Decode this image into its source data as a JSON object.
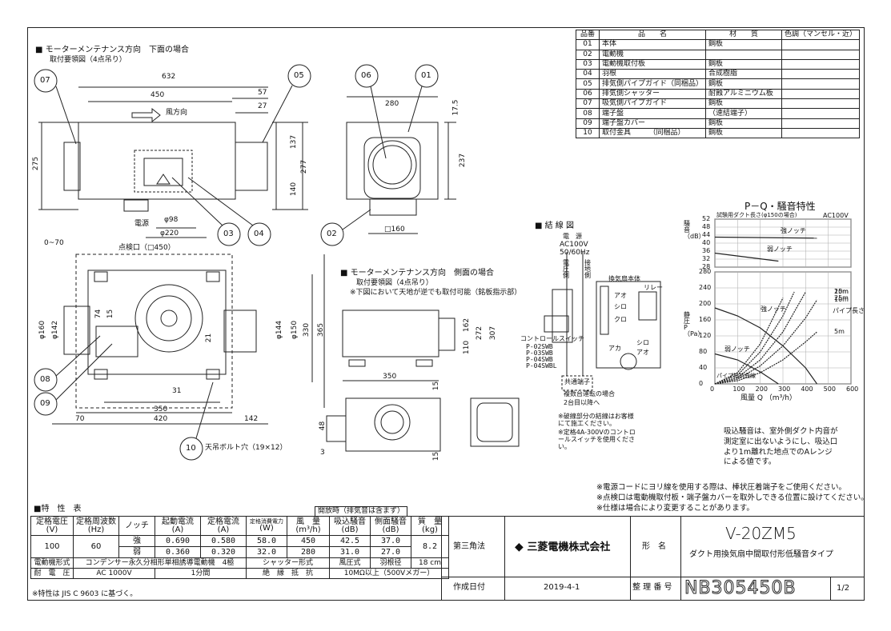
{
  "top_view": {
    "heading": "■ モーターメンテナンス方向　下面の場合",
    "sub": "取付要領図（4点吊り）",
    "airflow_label": "風方向",
    "power_label": "電源",
    "dims": {
      "d632": "632",
      "d450": "450",
      "d57": "57",
      "d27": "27",
      "d275": "275",
      "d137": "137",
      "d277": "277",
      "d140": "140",
      "d98": "φ98",
      "d220": "φ220"
    }
  },
  "side_view": {
    "dims": {
      "d280": "280",
      "d17_5": "17.5",
      "d237": "237",
      "d160": "□160"
    }
  },
  "bottom_view": {
    "inspection": "点検口（□450）",
    "d0_70": "0~70",
    "dims": {
      "d160": "φ160",
      "d142": "φ142",
      "d74": "74",
      "d15": "15",
      "d21": "21",
      "d31": "31",
      "d144": "φ144",
      "d150": "φ150",
      "d330": "330",
      "d365": "365",
      "d350": "350",
      "d70": "70",
      "d420": "420",
      "d142b": "142"
    }
  },
  "side_maint": {
    "heading": "■ モーターメンテナンス方向　側面の場合",
    "sub": "取付要領図（4点吊り）",
    "note": "※下図において天地が逆でも取付可能（銘板指示部）",
    "dims": {
      "d162": "162",
      "d110": "110",
      "d272": "272",
      "d307": "307",
      "d350": "350",
      "d15a": "15",
      "d48": "48",
      "d3": "3",
      "d15b": "15"
    }
  },
  "callouts": [
    "07",
    "05",
    "06",
    "01",
    "03",
    "04",
    "02",
    "08",
    "09",
    "10"
  ],
  "bolt_note": "天吊ボルト穴（19×12）",
  "parts_table": {
    "headers": [
      "品番",
      "品　　名",
      "材　　質",
      "色調（マンセル・近）"
    ],
    "rows": [
      [
        "01",
        "本体",
        "鋼板",
        ""
      ],
      [
        "02",
        "電動機",
        "",
        ""
      ],
      [
        "03",
        "電動機取付板",
        "鋼板",
        ""
      ],
      [
        "04",
        "羽根",
        "合成樹脂",
        ""
      ],
      [
        "05",
        "排気側パイプガイド（同梱品）",
        "鋼板",
        ""
      ],
      [
        "06",
        "排気側シャッター",
        "耐蝕アルミニウム板",
        ""
      ],
      [
        "07",
        "吸気側パイプガイド",
        "鋼板",
        ""
      ],
      [
        "08",
        "端子盤",
        "（速結端子）",
        ""
      ],
      [
        "09",
        "端子盤カバー",
        "鋼板",
        ""
      ],
      [
        "10",
        "取付金具　　　（同梱品）",
        "鋼板",
        ""
      ]
    ]
  },
  "wiring": {
    "heading": "■ 結 線 図",
    "power": "電　源",
    "voltage": "AC100V",
    "freq": "50/60Hz",
    "v_label": "電圧側",
    "g_label": "接地側",
    "body_label": "換気扇本体",
    "relay": "リレー",
    "c_ao": "アオ",
    "c_shiro": "シロ",
    "c_kuro": "クロ",
    "c_aka": "アカ",
    "c_shiro2": "シロ",
    "c_ao2": "アオ",
    "controller": "コントロールスイッチ",
    "models": [
      "P-02SWB",
      "P-03SWB",
      "P-04SWB",
      "P-04SWBL"
    ],
    "common": "共通端子",
    "multi": "複数台運転の場合",
    "multi2": "2台目以降へ",
    "notes": [
      "※破線部分の結線はお客様にて施工ください。",
      "※定格4A-300Vのコントロールスイッチを使用ください。"
    ]
  },
  "pq_chart": {
    "title": "P－Q・騒音特性",
    "subtitle": "試験用ダクト長さ(φ150の場合)",
    "voltage": "AC100V",
    "noise_label": "騒音（dB）",
    "static_label": "静圧 P（Pa）",
    "xlabel": "風量 Q （m³/h）",
    "pipe_length": "パイプ長さ",
    "strong": "強ノッチ",
    "weak": "弱ノッチ",
    "pipe_resistance": "パイプ抵抗曲線"
  },
  "chart_data": {
    "type": "line",
    "title": "P－Q・騒音特性",
    "xlabel": "風量 Q （m³/h）",
    "x_ticks": [
      "0",
      "100",
      "200",
      "300",
      "400",
      "500",
      "600"
    ],
    "noise_ticks": [
      "52",
      "48",
      "44",
      "40",
      "36",
      "32",
      "28"
    ],
    "p_ticks": [
      "280",
      "240",
      "200",
      "160",
      "120",
      "80",
      "40",
      "0"
    ],
    "noise_series": [
      {
        "name": "強ノッチ",
        "x": [
          0,
          450
        ],
        "y": [
          43,
          42.5
        ]
      },
      {
        "name": "弱ノッチ",
        "x": [
          0,
          280
        ],
        "y": [
          35,
          31
        ]
      }
    ],
    "pq_series": [
      {
        "name": "強ノッチ",
        "x": [
          0,
          100,
          200,
          300,
          400,
          450
        ],
        "y": [
          190,
          170,
          140,
          95,
          40,
          0
        ]
      },
      {
        "name": "弱ノッチ",
        "x": [
          0,
          100,
          200,
          280
        ],
        "y": [
          75,
          60,
          30,
          0
        ]
      }
    ],
    "resistance_curves": [
      {
        "name": "25m",
        "x": [
          0,
          100,
          200,
          300
        ],
        "y": [
          0,
          28,
          100,
          215
        ]
      },
      {
        "name": "20m",
        "x": [
          0,
          100,
          200,
          300,
          350
        ],
        "y": [
          0,
          22,
          80,
          170,
          230
        ]
      },
      {
        "name": "15m",
        "x": [
          0,
          100,
          200,
          300,
          400
        ],
        "y": [
          0,
          16,
          60,
          130,
          230
        ]
      },
      {
        "name": "10m",
        "x": [
          0,
          100,
          200,
          300,
          400,
          450
        ],
        "y": [
          0,
          12,
          45,
          95,
          165,
          210
        ]
      },
      {
        "name": "5m",
        "x": [
          0,
          100,
          200,
          300,
          400,
          450
        ],
        "y": [
          0,
          8,
          28,
          60,
          105,
          130
        ]
      }
    ],
    "xlim": [
      0,
      600
    ],
    "ylim_p": [
      0,
      280
    ],
    "ylim_noise": [
      28,
      52
    ]
  },
  "noise_note": [
    "吸込騒音は、室外側ダクト内音が",
    "測定室に出ないようにし、吸込口",
    "より1m離れた地点でのAレンジ",
    "による値です。"
  ],
  "bottom_notes": [
    "※電源コードにヨリ線を使用する際は、棒状圧着端子をご使用ください。",
    "※点検口は電動機取付板・端子盤カバーを取外しできる位置に設けてください。",
    "※仕様は場合により変更することがあります。"
  ],
  "spec_table": {
    "title": "■特　性　表",
    "open_note": "開放時（排気音は含まず）",
    "h": [
      "定格電圧",
      "(V)",
      "定格周波数",
      "(Hz)",
      "ノッチ",
      "起動電流",
      "(A)",
      "定格電流",
      "(A)",
      "定格消費電力",
      "(W)",
      "風　量",
      "(m³/h)",
      "吸込騒音",
      "(dB)",
      "側面騒音",
      "(dB)",
      "質　量",
      "(kg)"
    ],
    "voltage": "100",
    "freq": "60",
    "rows": [
      [
        "強",
        "0.690",
        "0.580",
        "58.0",
        "450",
        "42.5",
        "37.0"
      ],
      [
        "弱",
        "0.360",
        "0.320",
        "32.0",
        "280",
        "31.0",
        "27.0"
      ]
    ],
    "mass": "8.2",
    "motor_label": "電動機形式",
    "motor": "コンデンサー永久分相形単相誘導電動機　4極",
    "shutter_label": "シャッター形式",
    "shutter": "風圧式",
    "blade_label": "羽根径",
    "blade": "18 cm",
    "withstand_label": "耐　電　圧",
    "withstand": "AC 1000V",
    "withstand_time": "1分間",
    "insul_label": "絶　縁　抵　抗",
    "insul": "10MΩ以上（500Vメガー）",
    "footnote": "※特性は JIS C 9603 に基づく。"
  },
  "title_block": {
    "projection": "第三角法",
    "company": "三菱電機株式会社",
    "model_label": "形　名",
    "model": "V-20ZM5",
    "desc": "ダクト用換気扇中間取付形低騒音タイプ",
    "date_label": "作成日付",
    "date": "2019-4-1",
    "num_label": "整 理 番 号",
    "number": "NB305450B",
    "page": "1/2"
  }
}
